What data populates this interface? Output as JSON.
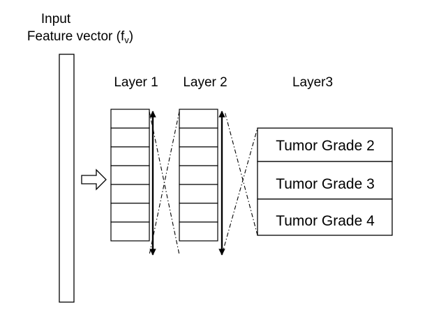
{
  "input": {
    "title": "Input",
    "subtitle_main": "Feature vector (f",
    "subtitle_sub": "v",
    "subtitle_end": ")"
  },
  "layers": [
    {
      "label": "Layer 1",
      "cells": 7
    },
    {
      "label": "Layer 2",
      "cells": 7
    },
    {
      "label": "Layer3",
      "outputs": [
        "Tumor Grade 2",
        "Tumor Grade 3",
        "Tumor Grade 4"
      ]
    }
  ]
}
